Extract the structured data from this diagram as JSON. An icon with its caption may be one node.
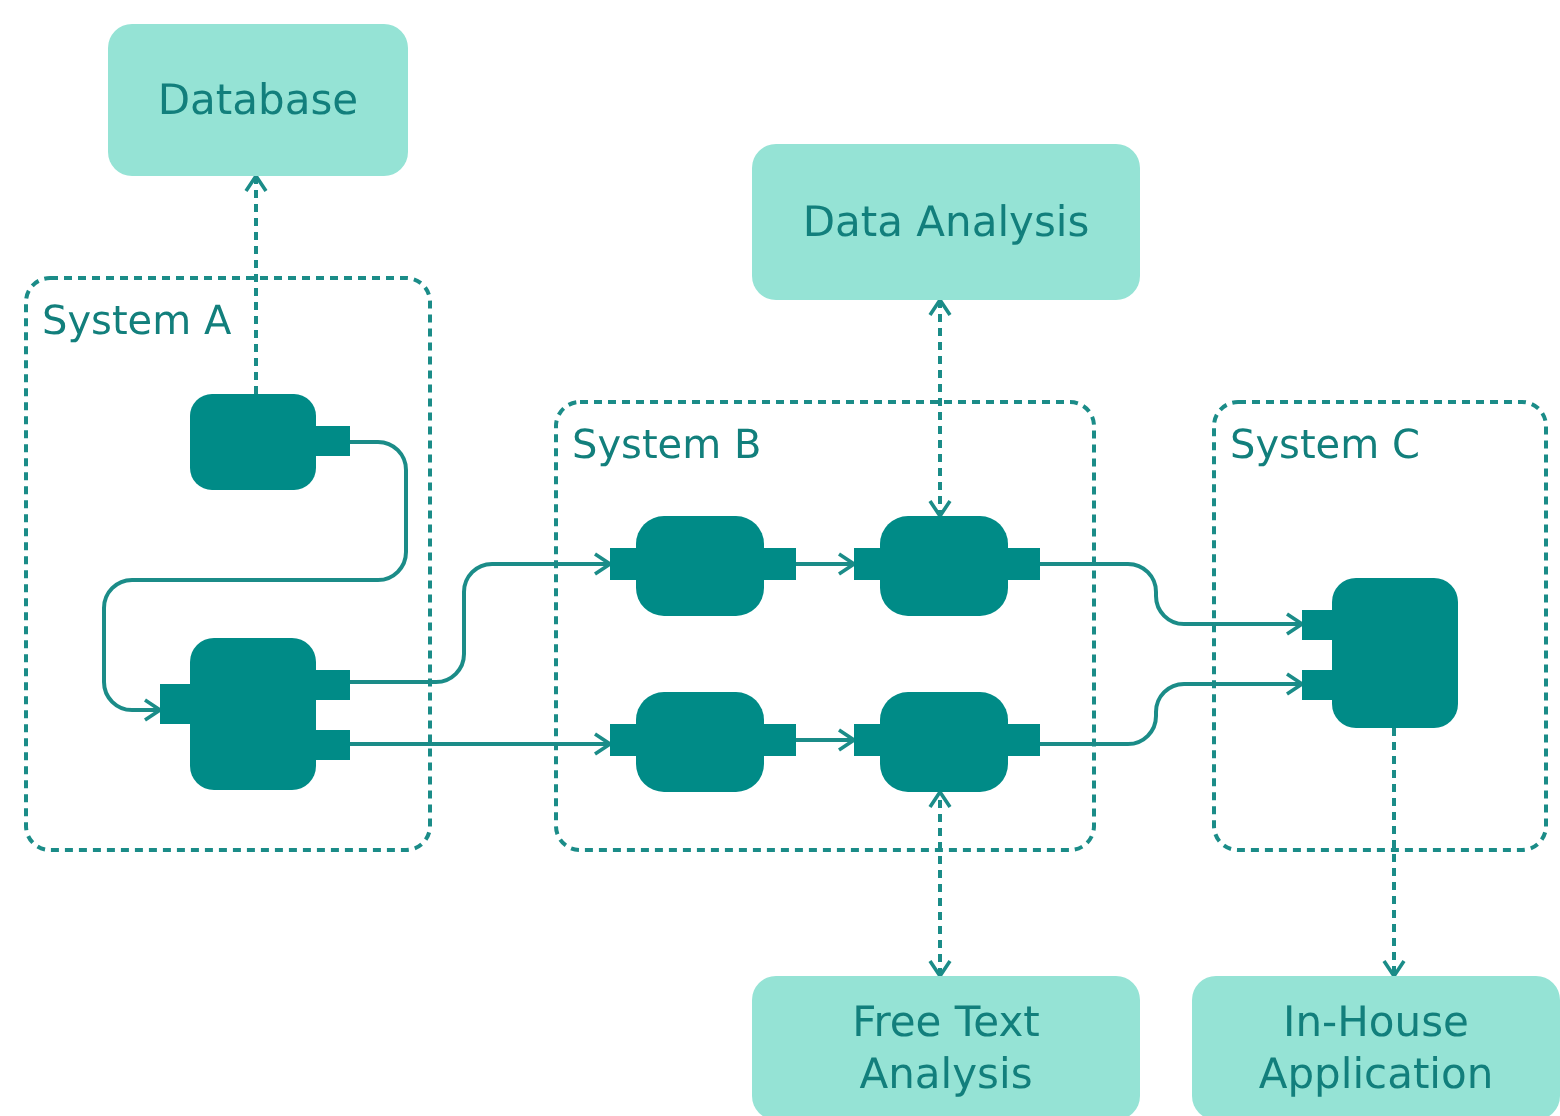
{
  "diagram": {
    "nodes": [
      {
        "text": [
          "Database"
        ]
      },
      {
        "text": [
          "Data Analysis"
        ]
      },
      {
        "text": [
          "System A"
        ]
      },
      {
        "text": [],
        "shape": "box",
        "in": 2
      },
      {
        "text": [],
        "shape": "box",
        "in": 2
      },
      {
        "text": [
          "System B"
        ]
      },
      {
        "text": [],
        "shape": "box",
        "in": 5
      },
      {
        "text": [],
        "shape": "box",
        "in": 5
      },
      {
        "text": [],
        "shape": "box",
        "in": 5
      },
      {
        "text": [],
        "shape": "box",
        "in": 5
      },
      {
        "text": [
          "System C"
        ]
      },
      {
        "text": [],
        "shape": "box",
        "in": 10
      },
      {
        "text": [
          "Free Text Analysis"
        ]
      },
      {
        "text": [
          "In-House Application"
        ]
      }
    ],
    "edges": [
      {
        "from": 3,
        "to": 0,
        "arrow": "to",
        "style": "dashed"
      },
      {
        "from": 3,
        "to": 4,
        "arrow": "to"
      },
      {
        "from": 4,
        "to": 6,
        "arrow": "to"
      },
      {
        "from": 4,
        "to": 8,
        "arrow": "to"
      },
      {
        "from": 6,
        "to": 7,
        "arrow": "to"
      },
      {
        "from": 8,
        "to": 9,
        "arrow": "to"
      },
      {
        "from": 7,
        "to": 11,
        "arrow": "to"
      },
      {
        "from": 9,
        "to": 11,
        "arrow": "to"
      },
      {
        "from": 1,
        "to": 7,
        "arrow": "both",
        "style": "dashed"
      },
      {
        "from": 12,
        "to": 9,
        "arrow": "both",
        "style": "dashed"
      },
      {
        "from": 11,
        "to": 13,
        "arrow": "to",
        "style": "dashed"
      }
    ]
  }
}
